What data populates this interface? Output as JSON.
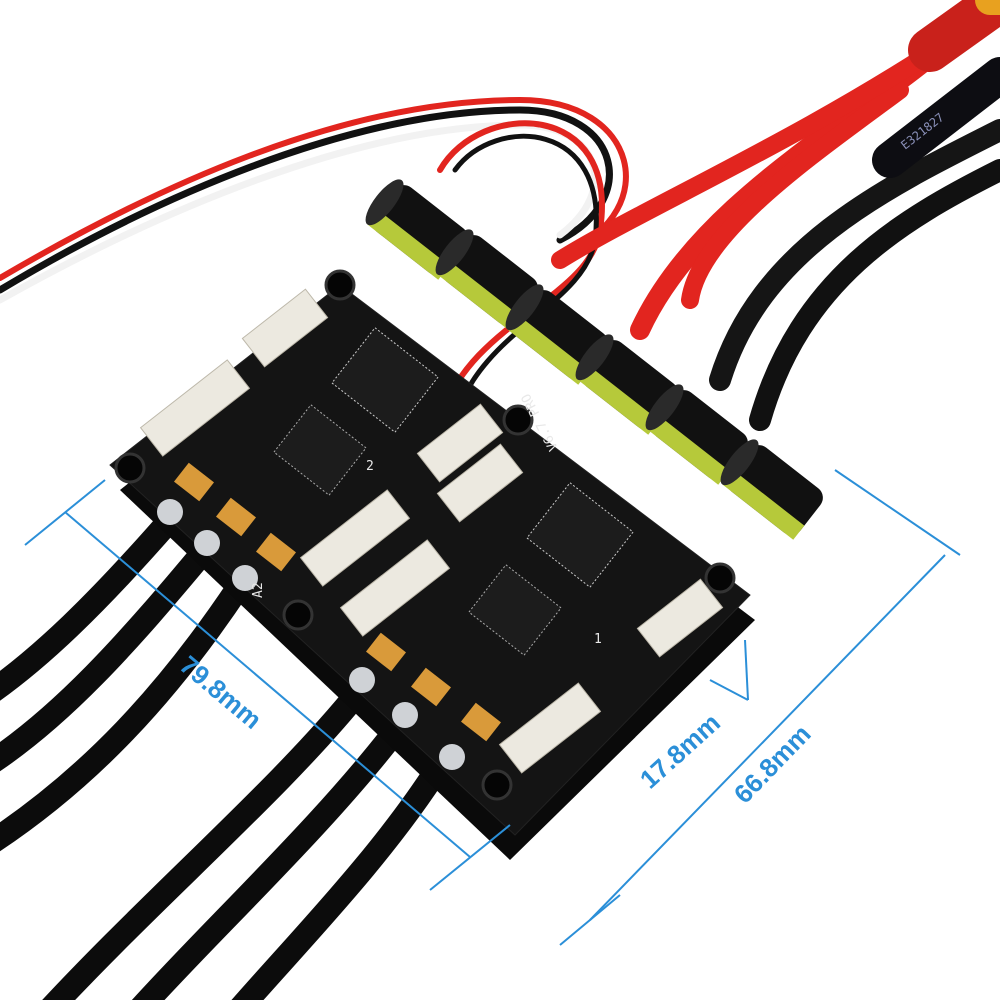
{
  "product": {
    "board_label": "V6.7 PRO",
    "board_index_1": "1",
    "board_index_2": "2",
    "motor_phase_label": "A2",
    "cable_marking": "E321827"
  },
  "dimensions": {
    "length": "79.8mm",
    "height": "17.8mm",
    "width": "66.8mm"
  },
  "colors": {
    "dimension_line": "#2b8fd8",
    "pcb": "#111111",
    "capacitor_sleeve": "#b6c93a",
    "connector": "#ece9e0",
    "power_cable_red": "#e2251f",
    "copper_pad": "#d99a3a"
  }
}
